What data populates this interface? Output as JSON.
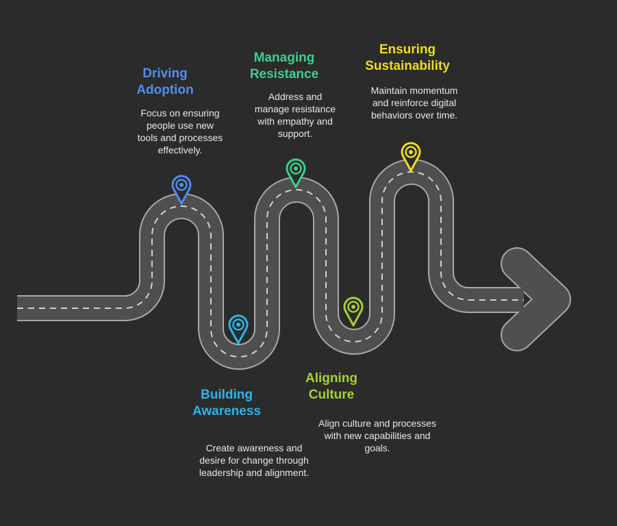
{
  "colors": {
    "background": "#2b2b2b",
    "road": "#4f4f4f",
    "road_edge": "#a9a9a9",
    "lane_marking": "#d4d4d4"
  },
  "stages": [
    {
      "id": "driving-adoption",
      "title_lines": [
        "Driving",
        "Adoption"
      ],
      "desc_lines": [
        "Focus on ensuring",
        "people use new",
        "tools and processes",
        "effectively."
      ],
      "color": "#4f8ff0",
      "icon": "map-pin-icon"
    },
    {
      "id": "building-awareness",
      "title_lines": [
        "Building",
        "Awareness"
      ],
      "desc_lines": [
        "Create awareness and",
        "desire for change through",
        "leadership and alignment."
      ],
      "color": "#29b6ea",
      "icon": "map-pin-icon"
    },
    {
      "id": "managing-resistance",
      "title_lines": [
        "Managing",
        "Resistance"
      ],
      "desc_lines": [
        "Address and",
        "manage resistance",
        "with empathy and",
        "support."
      ],
      "color": "#3ecf8e",
      "icon": "map-pin-icon"
    },
    {
      "id": "aligning-culture",
      "title_lines": [
        "Aligning",
        "Culture"
      ],
      "desc_lines": [
        "Align culture and processes",
        "with new capabilities and",
        "goals."
      ],
      "color": "#a4d233",
      "icon": "map-pin-icon"
    },
    {
      "id": "ensuring-sustainability",
      "title_lines": [
        "Ensuring",
        "Sustainability"
      ],
      "desc_lines": [
        "Maintain momentum",
        "and reinforce digital",
        "behaviors over time."
      ],
      "color": "#f2dc1c",
      "icon": "map-pin-icon"
    }
  ]
}
